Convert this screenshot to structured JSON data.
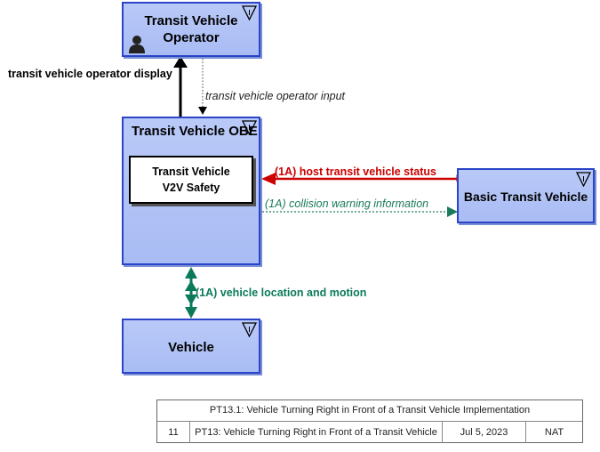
{
  "nodes": {
    "operator": {
      "title": "Transit Vehicle Operator"
    },
    "obe": {
      "title": "Transit Vehicle OBE",
      "inner": "Transit Vehicle V2V Safety"
    },
    "basic": {
      "title": "Basic Transit Vehicle"
    },
    "vehicle": {
      "title": "Vehicle"
    }
  },
  "flows": {
    "operator_display": "transit vehicle operator display",
    "operator_input": "transit vehicle operator input",
    "host_status": "(1A) host transit vehicle status",
    "collision_warning": "(1A) collision warning information",
    "location_motion": "(1A) vehicle location and motion"
  },
  "footer": {
    "title": "PT13.1: Vehicle Turning Right in Front of a Transit Vehicle Implementation",
    "number": "11",
    "subtitle": "PT13: Vehicle Turning Right in Front of a Transit Vehicle",
    "date": "Jul 5, 2023",
    "author": "NAT"
  },
  "colors": {
    "node_fill": "#b0c2f5",
    "node_border": "#2b45c9",
    "host_status": "#cc0000",
    "collision_warning": "#1a7a5a",
    "location_motion": "#0b7a5a"
  }
}
